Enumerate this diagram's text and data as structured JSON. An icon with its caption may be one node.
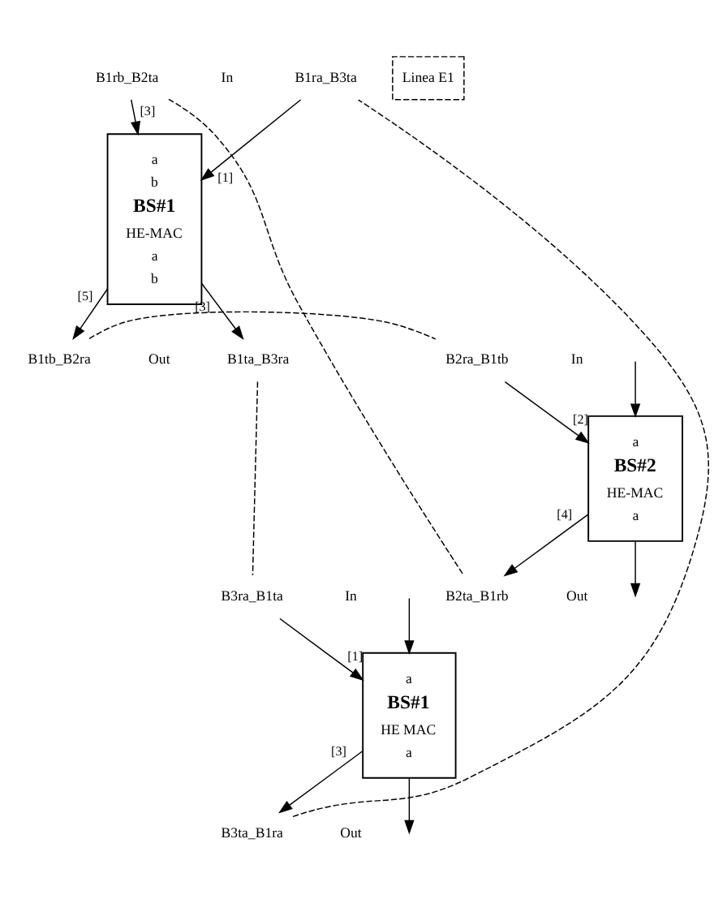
{
  "diagram": {
    "nodes": [
      {
        "text": [
          "B1rb_B2ta"
        ]
      },
      {
        "text": [
          "B1ra_B3ta"
        ]
      },
      {
        "text": [
          "a",
          "b",
          "BS#1",
          "HE-MAC",
          "a",
          "b"
        ]
      },
      {
        "text": [
          "B1tb_B2ra"
        ]
      },
      {
        "text": [
          "B1ta_B3ra"
        ]
      },
      {
        "text": [
          "B2ra_B1tb"
        ]
      },
      {
        "text": [
          "a",
          "BS#2",
          "HE-MAC",
          "a"
        ]
      },
      {
        "text": [
          "B2ta_B1rb"
        ]
      },
      {
        "text": [
          "B3ra_B1ta"
        ]
      },
      {
        "text": [
          "a",
          "BS#1",
          "HE MAC",
          "a"
        ]
      },
      {
        "text": [
          "B3ta_B1ra"
        ]
      }
    ],
    "edges": [
      {
        "from": 0,
        "to": 2,
        "arrow": "to",
        "label": "[3]"
      },
      {
        "from": 1,
        "to": 2,
        "arrow": "to",
        "label": "[1]"
      },
      {
        "from": 2,
        "to": 3,
        "arrow": "to",
        "label": "[5]"
      },
      {
        "from": 2,
        "to": 4,
        "arrow": "to",
        "label": "[3]"
      },
      {
        "from": 5,
        "to": 6,
        "arrow": "to",
        "label": "[2]"
      },
      {
        "from": 6,
        "to": 7,
        "arrow": "to",
        "label": "[4]"
      },
      {
        "from": 6,
        "to": null,
        "arrow": "to"
      },
      {
        "from": null,
        "to": 6,
        "arrow": "to"
      },
      {
        "from": 8,
        "to": 9,
        "arrow": "to",
        "label": "[1]"
      },
      {
        "from": 9,
        "to": 10,
        "arrow": "to",
        "label": "[3]"
      },
      {
        "from": 9,
        "to": null,
        "arrow": "to"
      },
      {
        "from": null,
        "to": 9,
        "arrow": "to"
      },
      {
        "from": 10,
        "to": 1,
        "arrow": "none",
        "style": "dashed"
      },
      {
        "from": 0,
        "to": 7,
        "arrow": "none",
        "style": "dashed"
      },
      {
        "from": 3,
        "to": 5,
        "arrow": "none",
        "style": "dashed"
      },
      {
        "from": 4,
        "to": 8,
        "arrow": "none",
        "style": "dashed"
      }
    ],
    "labels": [
      "In",
      "Out",
      "In",
      "Out",
      "In",
      "Out"
    ],
    "legend": [
      {
        "text": "Linea E1"
      }
    ]
  }
}
